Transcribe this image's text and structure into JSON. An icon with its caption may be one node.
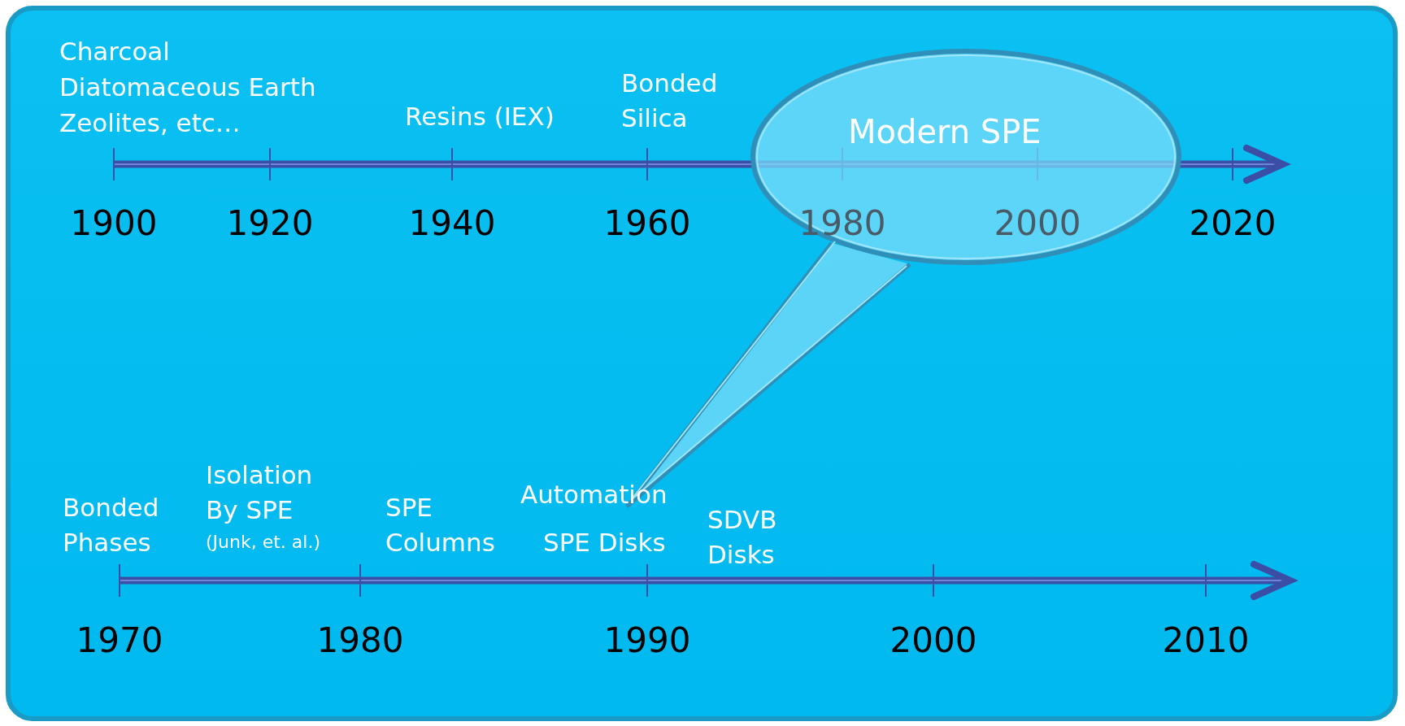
{
  "diagram": {
    "nodes": [
      {
        "text": [
          "Modern SPE"
        ]
      }
    ],
    "labels": [
      "Charcoal",
      "Diatomaceous Earth",
      "Zeolites, etc…",
      "Resins (IEX)",
      "Bonded Silica",
      "1900",
      "1920",
      "1940",
      "1960",
      "1980",
      "2000",
      "2020",
      "Bonded Phases",
      "Isolation By SPE",
      "(Junk, et. al.)",
      "SPE Columns",
      "Automation",
      "SPE Disks",
      "SDVB Disks",
      "1970",
      "1980",
      "1990",
      "2000",
      "2010"
    ]
  }
}
